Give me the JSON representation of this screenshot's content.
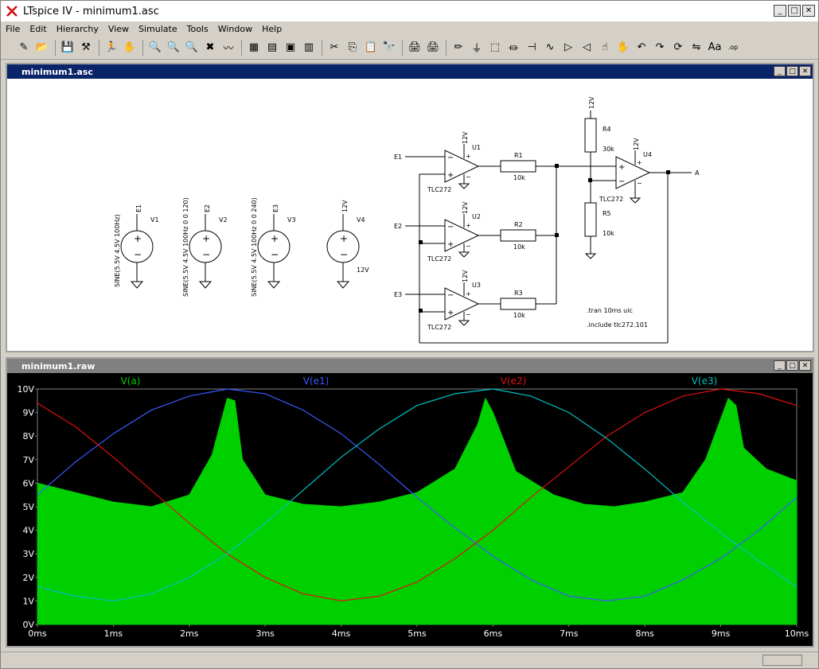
{
  "window": {
    "title": "LTspice IV - minimum1.asc"
  },
  "menu": [
    "File",
    "Edit",
    "Hierarchy",
    "View",
    "Simulate",
    "Tools",
    "Window",
    "Help"
  ],
  "toolbar_icons": [
    "new-schematic-icon",
    "open-icon",
    "save-icon",
    "control-panel-icon",
    "run-icon",
    "halt-icon",
    "zoom-in-icon",
    "zoom-pan-icon",
    "zoom-out-icon",
    "zoom-fit-icon",
    "autorange-icon",
    "grid-icon",
    "tile-horizontal-icon",
    "cascade-icon",
    "tile-vertical-icon",
    "cut-icon",
    "copy-icon",
    "paste-icon",
    "find-icon",
    "print-setup-icon",
    "print-icon",
    "wire-icon",
    "ground-icon",
    "label-icon",
    "resistor-icon",
    "capacitor-icon",
    "inductor-icon",
    "diode-icon",
    "component-icon",
    "move-icon",
    "drag-icon",
    "undo-icon",
    "redo-icon",
    "rotate-icon",
    "mirror-icon",
    "text-icon",
    "spice-directive-icon"
  ],
  "schematic": {
    "title": "minimum1.asc",
    "sources": [
      {
        "ref": "V1",
        "net": "E1",
        "value": "SINE(5.5V 4.5V 100Hz)"
      },
      {
        "ref": "V2",
        "net": "E2",
        "value": "SINE(5.5V 4.5V 100Hz 0 0 120)"
      },
      {
        "ref": "V3",
        "net": "E3",
        "value": "SINE(5.5V 4.5V 100Hz 0 0 240)"
      },
      {
        "ref": "V4",
        "net": "12V",
        "value": "12V"
      }
    ],
    "opamps": [
      {
        "ref": "U1",
        "model": "TLC272",
        "supply": "12V",
        "input": "E1"
      },
      {
        "ref": "U2",
        "model": "TLC272",
        "supply": "12V",
        "input": "E2"
      },
      {
        "ref": "U3",
        "model": "TLC272",
        "supply": "12V",
        "input": "E3"
      },
      {
        "ref": "U4",
        "model": "TLC272",
        "supply": "12V",
        "output": "A"
      }
    ],
    "resistors": [
      {
        "ref": "R1",
        "value": "10k"
      },
      {
        "ref": "R2",
        "value": "10k"
      },
      {
        "ref": "R3",
        "value": "10k"
      },
      {
        "ref": "R4",
        "value": "30k"
      },
      {
        "ref": "R5",
        "value": "10k"
      }
    ],
    "directives": [
      ".tran 10ms uic",
      ".include tlc272.101"
    ],
    "r4_supply": "12V"
  },
  "plot": {
    "title": "minimum1.raw",
    "colors": {
      "bg": "#000000",
      "va": "#00d000",
      "ve1": "#3c5aff",
      "ve2": "#e01010",
      "ve3": "#00c0c0"
    }
  },
  "chart_data": {
    "type": "line",
    "xlabel": "",
    "ylabel": "",
    "xlim": [
      0,
      10
    ],
    "ylim": [
      0,
      10
    ],
    "x_ticks": [
      "0ms",
      "1ms",
      "2ms",
      "3ms",
      "4ms",
      "5ms",
      "6ms",
      "7ms",
      "8ms",
      "9ms",
      "10ms"
    ],
    "y_ticks": [
      "0V",
      "1V",
      "2V",
      "3V",
      "4V",
      "5V",
      "6V",
      "7V",
      "8V",
      "9V",
      "10V"
    ],
    "grid": false,
    "series": [
      {
        "name": "V(a)",
        "x": [
          0,
          0.5,
          1,
          1.5,
          2,
          2.3,
          2.5,
          2.6,
          2.7,
          3,
          3.5,
          4,
          4.5,
          5,
          5.5,
          5.8,
          5.9,
          6.0,
          6.3,
          6.8,
          7.2,
          7.6,
          8,
          8.5,
          8.8,
          9.1,
          9.2,
          9.3,
          9.6,
          10
        ],
        "y": [
          6.0,
          5.6,
          5.2,
          5.0,
          5.5,
          7.2,
          9.6,
          9.5,
          7.0,
          5.5,
          5.1,
          5.0,
          5.2,
          5.6,
          6.6,
          8.5,
          9.6,
          9.0,
          6.5,
          5.5,
          5.1,
          5.0,
          5.2,
          5.6,
          7.0,
          9.6,
          9.3,
          7.5,
          6.6,
          6.1
        ]
      },
      {
        "name": "V(e1)",
        "x": [
          0,
          0.5,
          1,
          1.5,
          2,
          2.5,
          3,
          3.5,
          4,
          4.5,
          5,
          5.5,
          6,
          6.5,
          7,
          7.5,
          8,
          8.5,
          9,
          9.5,
          10
        ],
        "y": [
          5.5,
          6.9,
          8.1,
          9.1,
          9.7,
          10.0,
          9.8,
          9.1,
          8.1,
          6.8,
          5.4,
          4.1,
          2.9,
          1.9,
          1.2,
          1.0,
          1.2,
          1.9,
          2.8,
          4.0,
          5.4
        ]
      },
      {
        "name": "V(e2)",
        "x": [
          0,
          0.5,
          1,
          1.5,
          2,
          2.5,
          3,
          3.5,
          4,
          4.5,
          5,
          5.5,
          6,
          6.5,
          7,
          7.5,
          8,
          8.5,
          9,
          9.5,
          10
        ],
        "y": [
          9.4,
          8.4,
          7.1,
          5.7,
          4.3,
          3.0,
          2.0,
          1.3,
          1.0,
          1.2,
          1.8,
          2.8,
          4.0,
          5.4,
          6.7,
          8.0,
          9.0,
          9.7,
          10.0,
          9.8,
          9.3
        ]
      },
      {
        "name": "V(e3)",
        "x": [
          0,
          0.5,
          1,
          1.5,
          2,
          2.5,
          3,
          3.5,
          4,
          4.5,
          5,
          5.5,
          6,
          6.5,
          7,
          7.5,
          8,
          8.5,
          9,
          9.5,
          10
        ],
        "y": [
          1.6,
          1.2,
          1.0,
          1.3,
          2.0,
          3.0,
          4.3,
          5.7,
          7.1,
          8.3,
          9.3,
          9.8,
          10.0,
          9.7,
          9.0,
          7.9,
          6.6,
          5.2,
          3.9,
          2.7,
          1.6
        ]
      }
    ]
  }
}
